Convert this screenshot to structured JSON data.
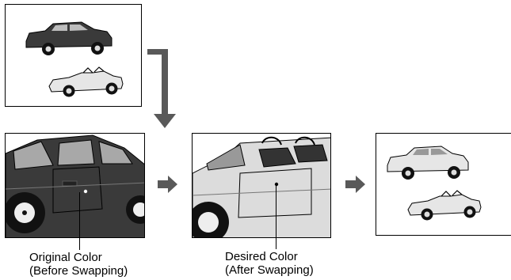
{
  "panels": {
    "source": {
      "alt": ""
    },
    "original_closeup": {
      "alt": ""
    },
    "desired_closeup": {
      "alt": ""
    },
    "result": {
      "alt": ""
    }
  },
  "captions": {
    "original_line1": "Original Color",
    "original_line2": "(Before Swapping)",
    "desired_line1": "Desired Color",
    "desired_line2": "(After Swapping)"
  },
  "colors": {
    "dark_car": "#3a3a3a",
    "light_car": "#d8d8d8",
    "arrow": "#595959",
    "outline": "#000000"
  }
}
